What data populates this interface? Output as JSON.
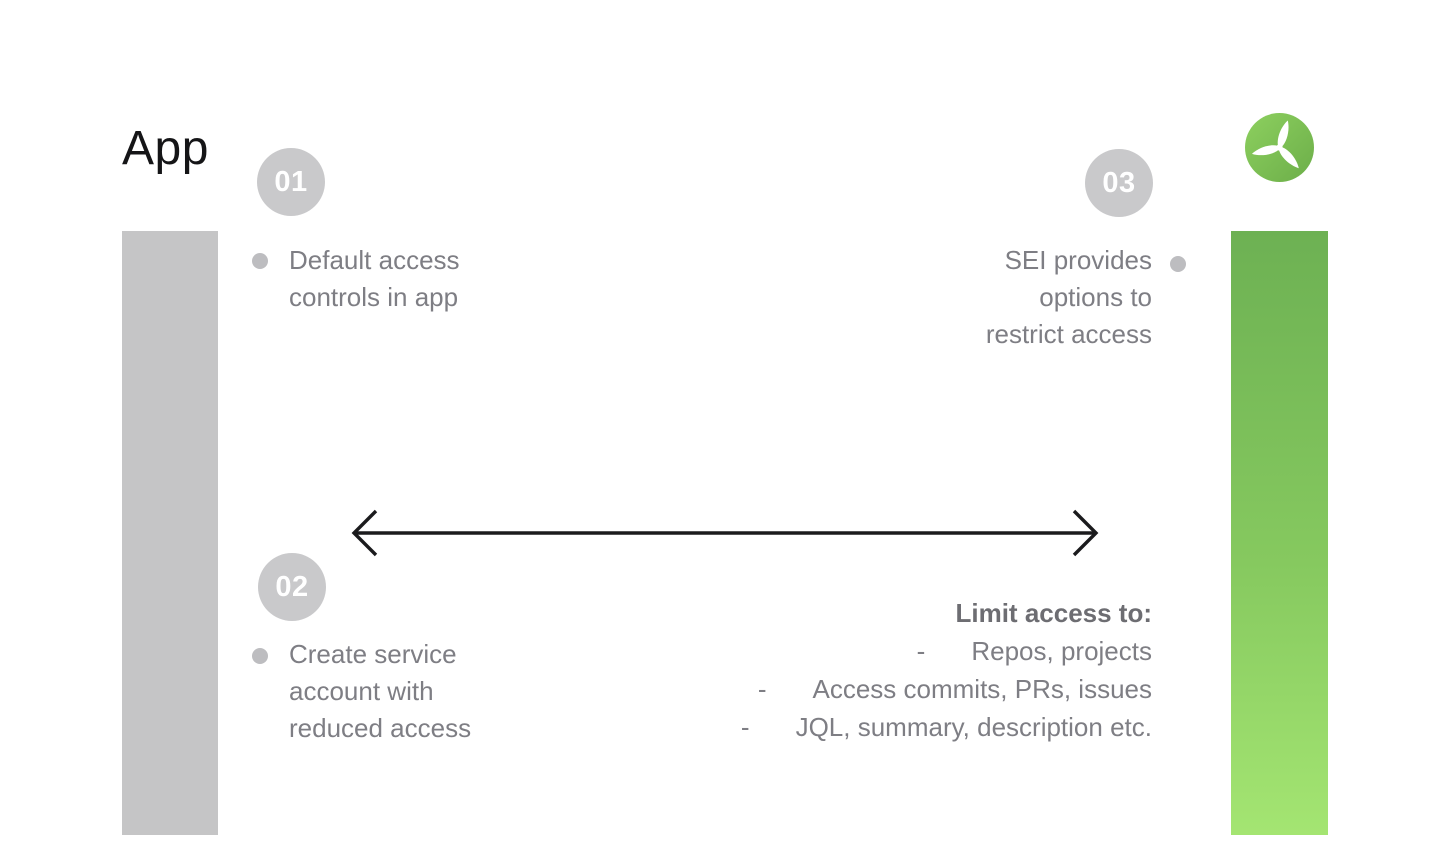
{
  "title": {
    "label": "App"
  },
  "logo": {
    "name": "propeller-logo"
  },
  "steps": {
    "s1": {
      "number": "01",
      "lines": [
        "Default access",
        "controls in app"
      ]
    },
    "s2": {
      "number": "02",
      "lines": [
        "Create service",
        "account with",
        "reduced access"
      ]
    },
    "s3": {
      "number": "03",
      "lines": [
        "SEI provides",
        "options to",
        "restrict access"
      ]
    }
  },
  "limit": {
    "title": "Limit access to:",
    "dash": "-",
    "items": [
      "Repos, projects",
      "Access commits, PRs, issues",
      "JQL, summary, description etc."
    ]
  },
  "arrow": {
    "type": "double-headed",
    "color": "#1b1b1d"
  },
  "colors": {
    "background": "#ffffff",
    "left_bar": "#c5c5c6",
    "green_bar_top": "#6db153",
    "green_bar_bottom": "#a4e572",
    "step_circle": "#c9c9cb",
    "bullet_dot": "#bdbdc0",
    "body_text": "#7e7e84",
    "bold_text": "#6d6d72",
    "title_text": "#151517",
    "logo_green_light": "#8dd05f",
    "logo_green_dark": "#6cae49"
  }
}
